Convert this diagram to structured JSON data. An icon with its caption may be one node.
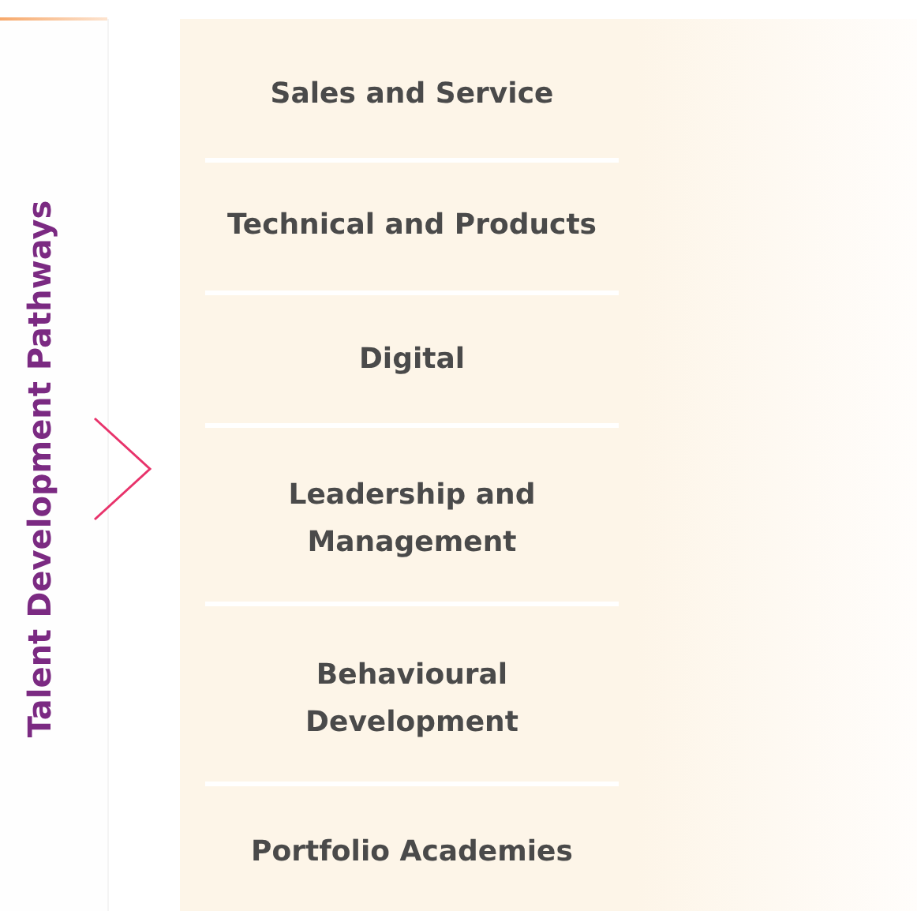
{
  "diagram": {
    "title": "Talent Development Pathways",
    "nodes": [
      {
        "text": [],
        "shape": "box"
      },
      {
        "text": [
          "Sales and Service"
        ],
        "in": 0
      },
      {
        "text": [
          "Technical and Products"
        ],
        "in": 0
      },
      {
        "text": [
          "Digital"
        ],
        "in": 0
      },
      {
        "text": [
          "Leadership and Management"
        ],
        "in": 0
      },
      {
        "text": [
          "Behavioural Development"
        ],
        "in": 0
      },
      {
        "text": [
          "Portfolio Academies"
        ],
        "in": 0
      }
    ]
  }
}
